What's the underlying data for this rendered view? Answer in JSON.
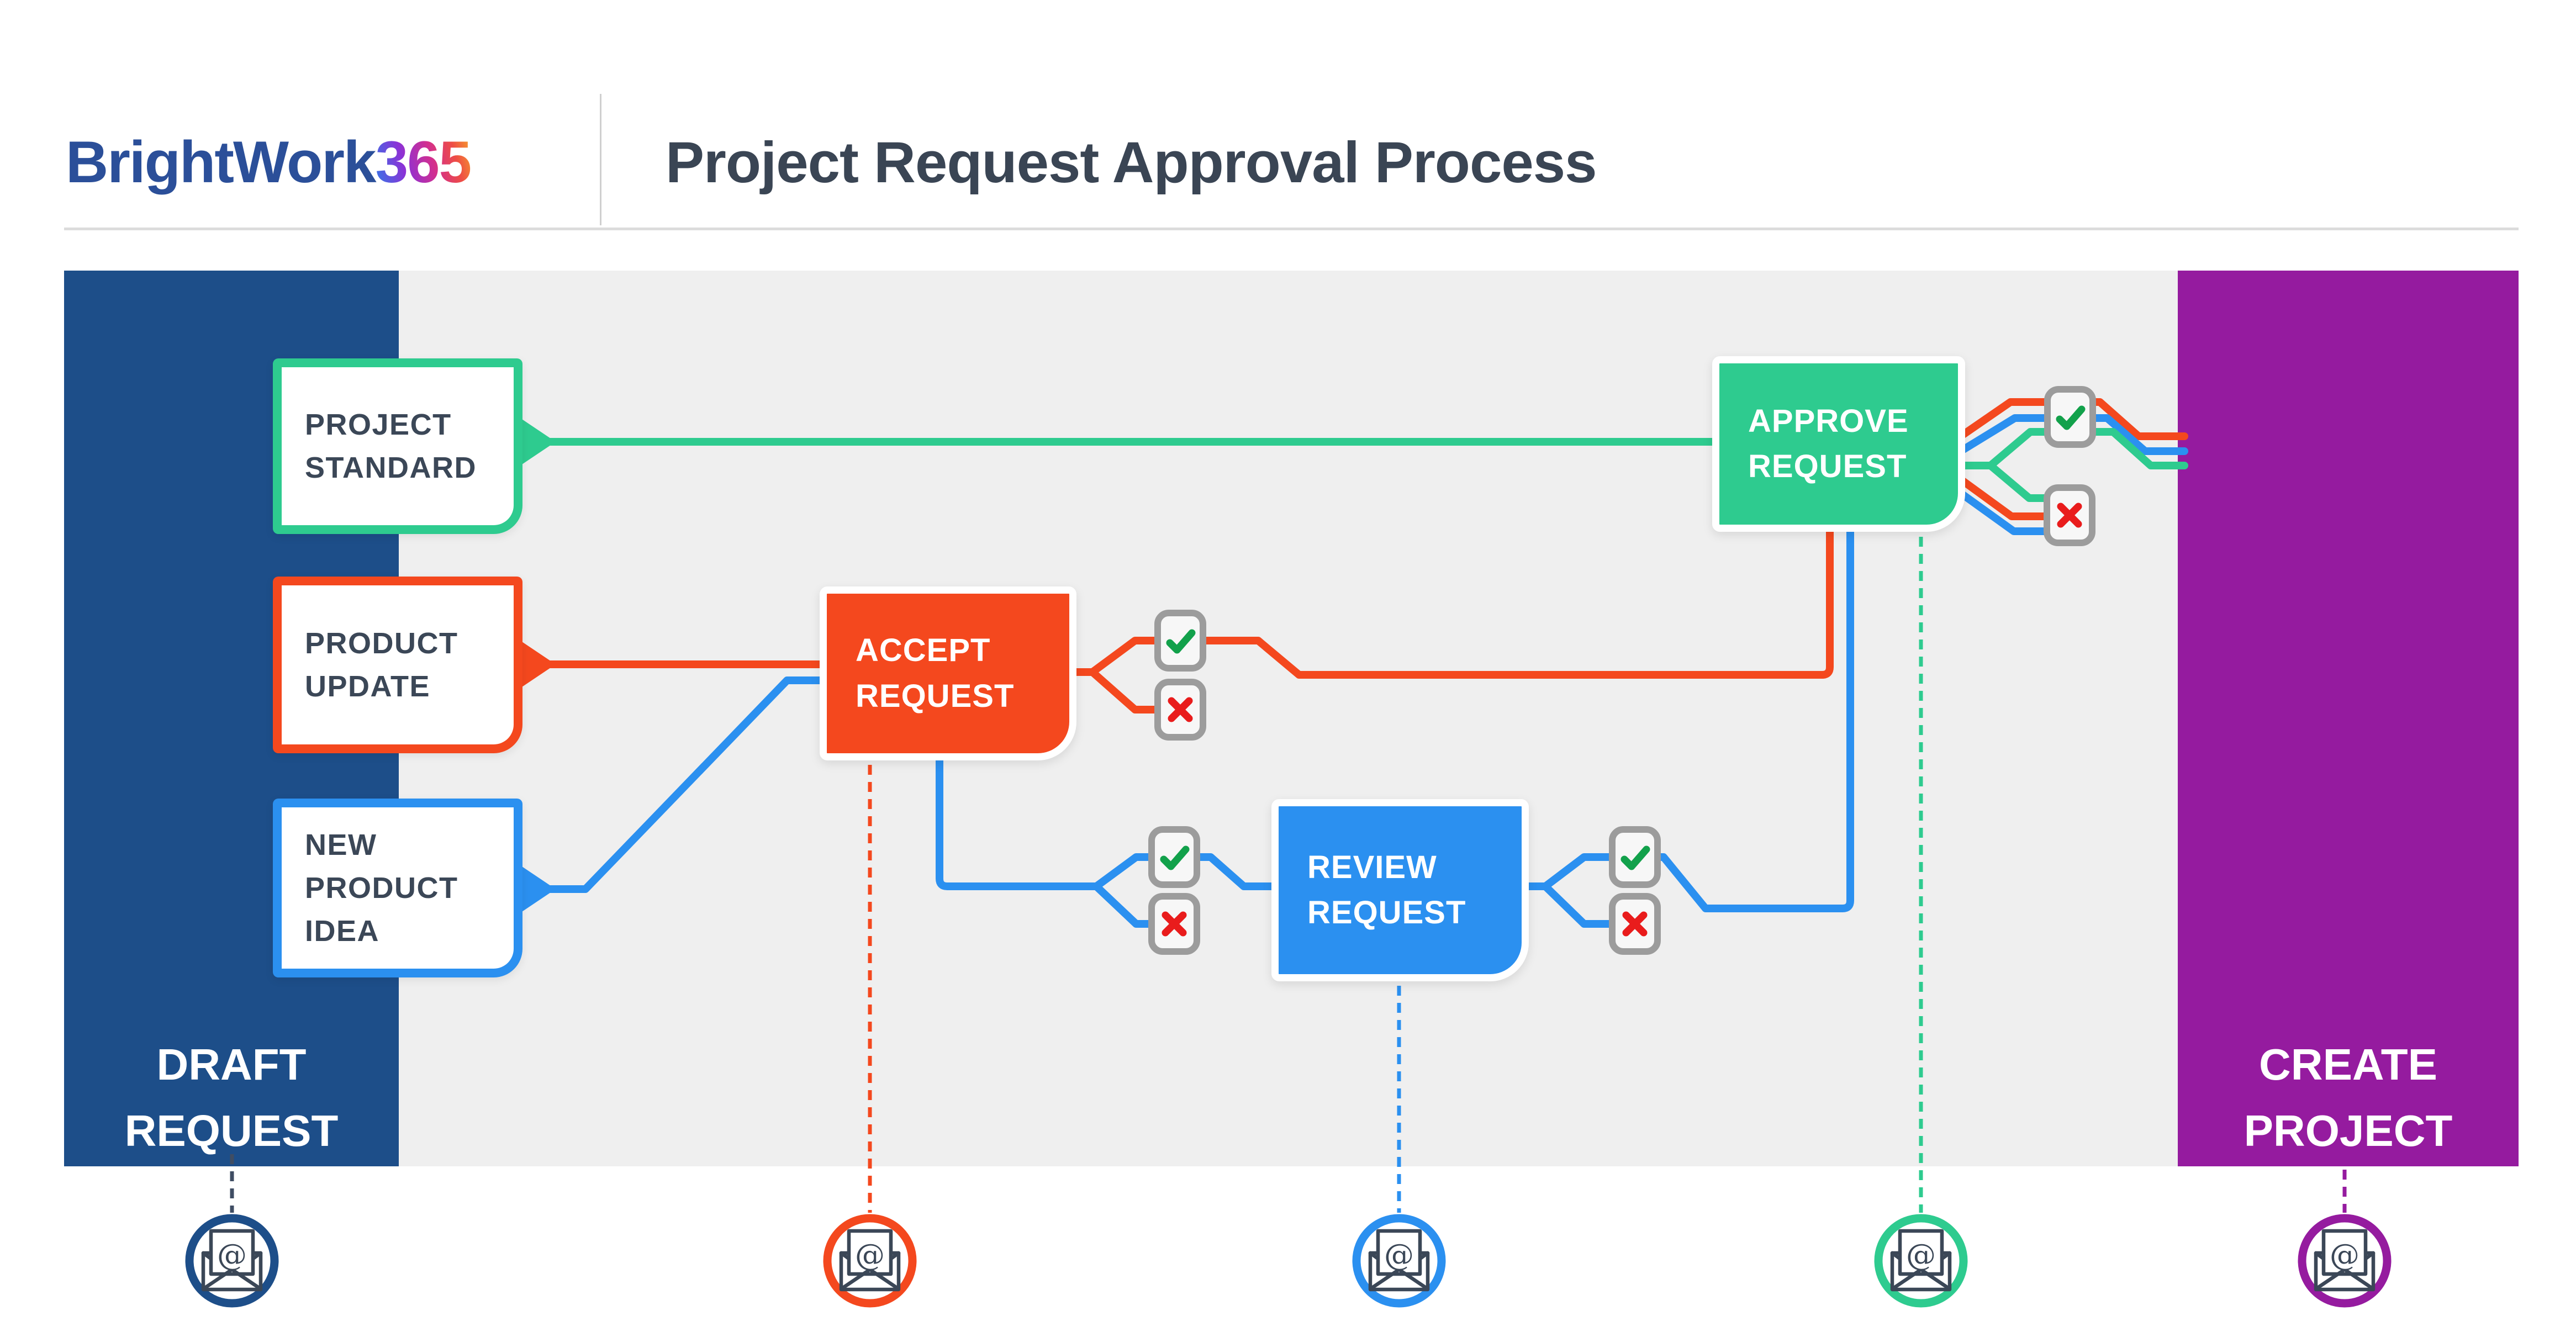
{
  "header": {
    "logo": {
      "brand": "BrightWork",
      "suffix": "365"
    },
    "title": "Project Request Approval Process"
  },
  "columns": {
    "draft": {
      "label": "DRAFT\nREQUEST"
    },
    "create": {
      "label": "CREATE\nPROJECT"
    }
  },
  "request_types": [
    {
      "label": "PROJECT\nSTANDARD"
    },
    {
      "label": "PRODUCT\nUPDATE"
    },
    {
      "label": "NEW\nPRODUCT\nIDEA"
    }
  ],
  "stages": [
    {
      "label": "ACCEPT\nREQUEST"
    },
    {
      "label": "REVIEW\nREQUEST"
    },
    {
      "label": "APPROVE\nREQUEST"
    }
  ],
  "icons": {
    "approved": "check",
    "rejected": "x",
    "email_at": "@"
  },
  "colors": {
    "navy": "#1d4e89",
    "purple": "#951b9f",
    "green": "#2ecb8f",
    "orange": "#f4481e",
    "blue": "#2b90f0",
    "slate": "#3b4757",
    "title": "#3a4554",
    "logo_blue": "#2b4f99",
    "bg_gray": "#efefef",
    "badge_gray": "#9c9c9c",
    "check_green": "#12a14b",
    "cross_red": "#e91c1c",
    "rule_gray": "#dcdcdc",
    "dash_navy": "#3f4d63"
  }
}
